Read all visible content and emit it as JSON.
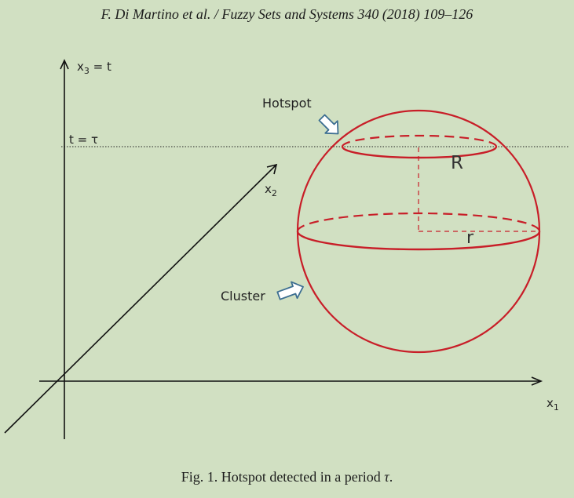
{
  "header": {
    "running_head": "F. Di Martino et al. / Fuzzy Sets and Systems 340 (2018) 109–126"
  },
  "figure": {
    "axis_x3_label_main": "x",
    "axis_x3_label_sub": "3",
    "axis_x3_label_tail": " = t",
    "axis_x2_label_main": "x",
    "axis_x2_label_sub": "2",
    "axis_x1_label_main": "x",
    "axis_x1_label_sub": "1",
    "time_label": "t = τ",
    "hotspot_label": "Hotspot",
    "cluster_label": "Cluster",
    "R_label": "R",
    "r_label": "r",
    "colors": {
      "sphere": "#c81e28",
      "arrow_outline": "#3c6e91",
      "axis": "#111111"
    }
  },
  "caption": {
    "text": "Fig. 1. Hotspot detected in a period ",
    "symbol": "τ",
    "end": "."
  }
}
